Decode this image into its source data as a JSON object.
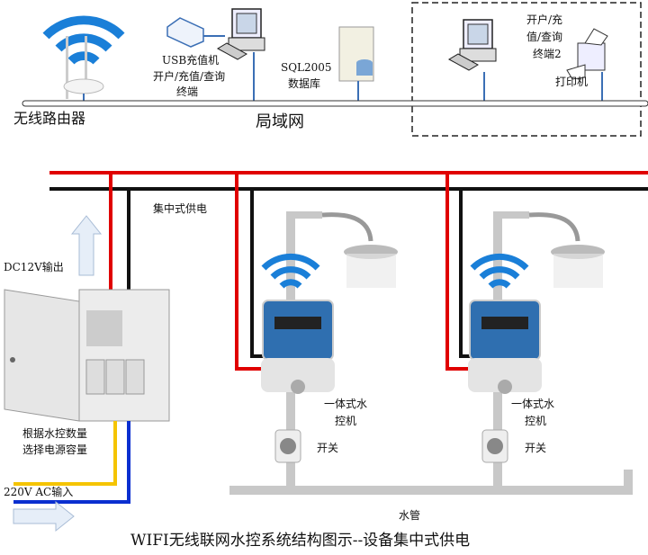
{
  "network": {
    "router_label": "无线路由器",
    "usb_label": "USB充值机",
    "terminal1_label_1": "开户/充值/查询",
    "terminal1_label_2": "终端",
    "db_label_1": "SQL2005",
    "db_label_2": "数据库",
    "lan_label": "局域网",
    "terminal2_label_1": "开户/充",
    "terminal2_label_2": "值/查询",
    "terminal2_label_3": "终端2",
    "printer_label": "打印机"
  },
  "power": {
    "central_label": "集中式供电",
    "dc_label": "DC12V输出",
    "capacity_label_1": "根据水控数量",
    "capacity_label_2": "选择电源容量",
    "ac_label": "220V AC输入"
  },
  "units": [
    {
      "label_1": "一体式水",
      "label_2": "控机",
      "switch_label": "开关"
    },
    {
      "label_1": "一体式水",
      "label_2": "控机",
      "switch_label": "开关"
    }
  ],
  "pipe_label": "水管",
  "title": "WIFI无线联网水控系统结构图示--设备集中式供电",
  "colors": {
    "wifi": "#1a7fd8",
    "red_wire": "#e00000",
    "black_wire": "#111111",
    "yellow_wire": "#f5c400",
    "blue_wire": "#0a2fd0",
    "pipe": "#c8c8c8",
    "meter": "#2f6fb0"
  }
}
